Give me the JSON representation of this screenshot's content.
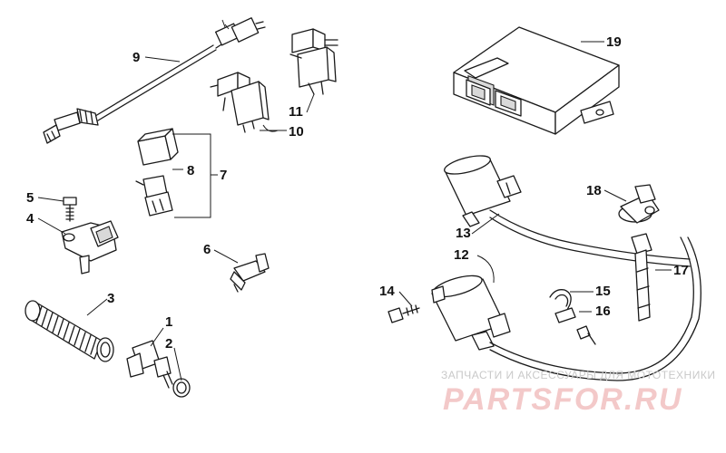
{
  "callouts": {
    "c1": "1",
    "c2": "2",
    "c3": "3",
    "c4": "4",
    "c5": "5",
    "c6": "6",
    "c7": "7",
    "c8": "8",
    "c9": "9",
    "c10": "10",
    "c11": "11",
    "c12": "12",
    "c13": "13",
    "c14": "14",
    "c15": "15",
    "c16": "16",
    "c17": "17",
    "c18": "18",
    "c19": "19"
  },
  "watermark": {
    "line1": "ЗАПЧАСТИ И АКСЕССУАРЫ ДЛЯ МОТОТЕХНИКИ",
    "line2": "PARTSFOR.RU"
  },
  "colors": {
    "ink": "#1a1a1a",
    "watermark_grey": "#c9c9c9",
    "watermark_pink": "#f3c9c9"
  }
}
